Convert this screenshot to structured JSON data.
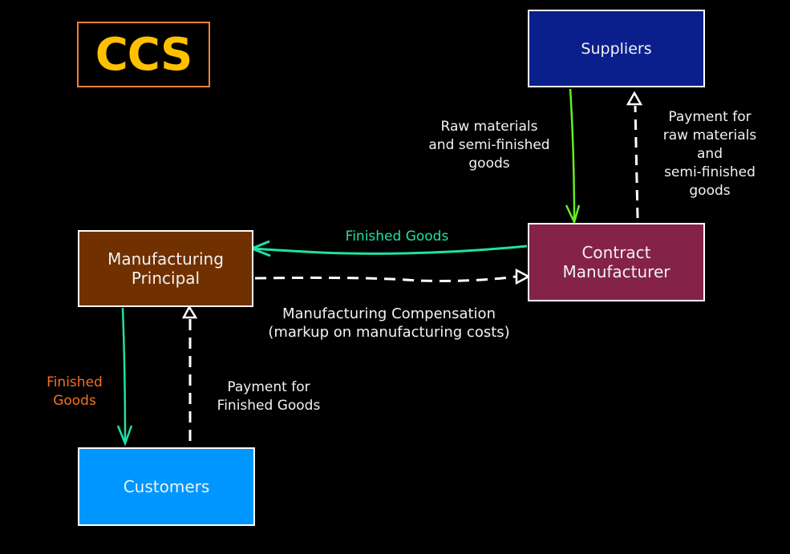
{
  "logo": {
    "text": "CCS",
    "text_color": "#ffc000",
    "border_color": "#f0803a"
  },
  "nodes": {
    "suppliers": {
      "label": "Suppliers",
      "fill": "#0b1f8c"
    },
    "contract_manufacturer": {
      "label": "Contract\nManufacturer",
      "fill": "#842248"
    },
    "manufacturing_principal": {
      "label": "Manufacturing\nPrincipal",
      "fill": "#703000"
    },
    "customers": {
      "label": "Customers",
      "fill": "#0096ff"
    }
  },
  "edges": [
    {
      "id": "raw-materials",
      "from": "Suppliers",
      "to": "Contract Manufacturer",
      "style": "solid",
      "color": "#66ee22",
      "label": "Raw materials\nand semi-finished\ngoods"
    },
    {
      "id": "payment-raw",
      "from": "Contract Manufacturer",
      "to": "Suppliers",
      "style": "dashed",
      "color": "#ffffff",
      "label": "Payment for\nraw materials\nand\nsemi-finished\ngoods"
    },
    {
      "id": "finished-goods-top",
      "from": "Contract Manufacturer",
      "to": "Manufacturing Principal",
      "style": "solid",
      "color": "#1fe0a8",
      "label": "Finished Goods"
    },
    {
      "id": "compensation",
      "from": "Manufacturing Principal",
      "to": "Contract Manufacturer",
      "style": "dashed",
      "color": "#ffffff",
      "label": "Manufacturing Compensation\n(markup on manufacturing costs)"
    },
    {
      "id": "finished-goods-left",
      "from": "Manufacturing Principal",
      "to": "Customers",
      "style": "solid",
      "color": "#1fe0a8",
      "label": "Finished\nGoods",
      "label_color": "#f37021"
    },
    {
      "id": "payment-fg",
      "from": "Customers",
      "to": "Manufacturing Principal",
      "style": "dashed",
      "color": "#ffffff",
      "label": "Payment for\nFinished Goods"
    }
  ]
}
